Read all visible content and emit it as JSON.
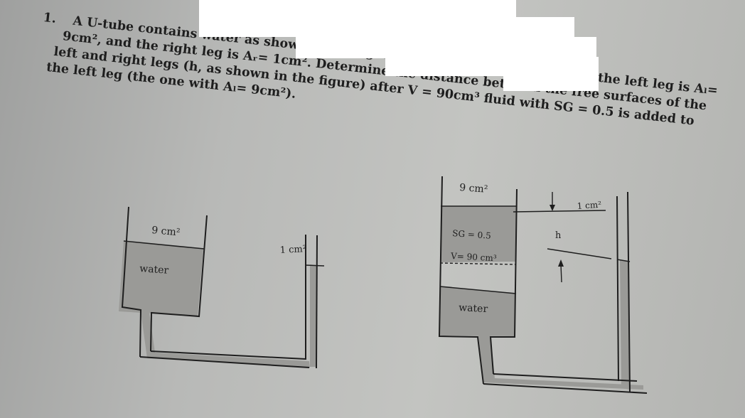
{
  "problem": {
    "number": "1.",
    "lines": [
      "A U-tube contains water as shown in the figure. The cross-sectional area of the left leg is Aₗ=",
      "9cm², and the right leg is Aᵣ= 1cm². Determine the distance between the free surfaces of the",
      "left and right legs (h, as shown in the figure) after V = 90cm³ fluid with SG = 0.5 is added to",
      "the left leg (the one with Aₗ= 9cm²)."
    ]
  },
  "figure_left": {
    "left_area": "9 cm²",
    "right_area": "1 cm²",
    "fluid": "water"
  },
  "figure_right": {
    "left_area": "9 cm²",
    "added_sg": "SG = 0.5",
    "added_volume": "V= 90 cm³",
    "fluid": "water",
    "h_label": "h",
    "right_area": "1 cm²"
  },
  "colors": {
    "paper": "#b8b9b7",
    "fluid": "#9a9a97",
    "ink": "#1e1e1e",
    "redaction": "#ffffff"
  }
}
